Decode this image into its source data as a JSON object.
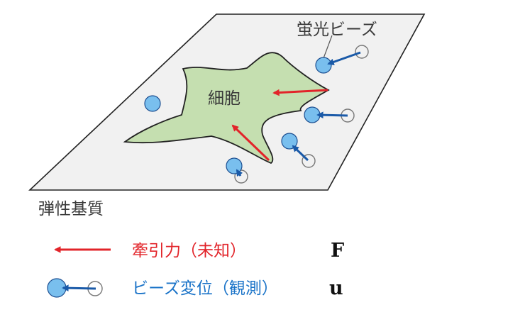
{
  "labels": {
    "beads": "蛍光ビーズ",
    "cell": "細胞",
    "substrate": "弾性基質"
  },
  "legend": {
    "traction": {
      "text": "牽引力（未知）",
      "symbol": "F"
    },
    "displacement": {
      "text": "ビーズ変位（観測）",
      "symbol": "u"
    }
  },
  "colors": {
    "substrate_fill": "#f1f1f1",
    "cell_fill": "#c5dfb0",
    "bead_fill": "#79bfee",
    "bead_stroke": "#1d4f91",
    "traction_arrow": "#e2242a",
    "displacement_arrow": "#1a5aa8",
    "text_dark": "#3a3a3a"
  }
}
